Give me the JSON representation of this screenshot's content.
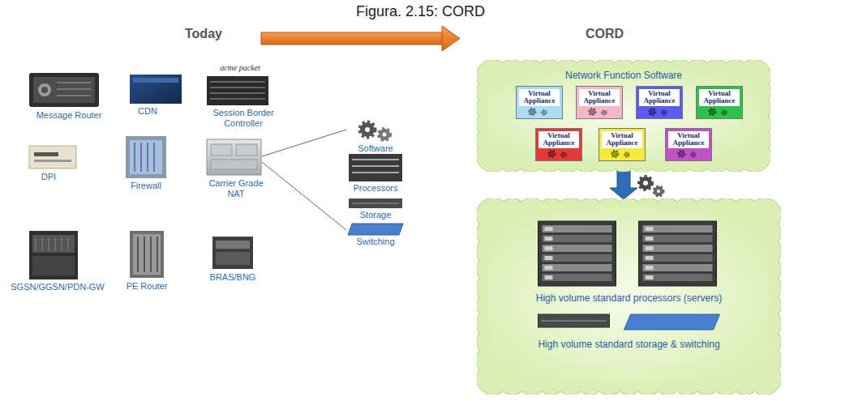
{
  "diagram": {
    "title": "Figura. 2.15: CORD",
    "nodes": [
      {
        "text": [
          "Network Function Software"
        ]
      },
      {
        "text": [
          "Virtual Appliance"
        ],
        "in": 0
      },
      {
        "text": [
          "Virtual Appliance"
        ],
        "in": 0
      },
      {
        "text": [
          "Virtual Appliance"
        ],
        "in": 0
      },
      {
        "text": [
          "Virtual Appliance"
        ],
        "in": 0
      },
      {
        "text": [
          "Virtual Appliance"
        ],
        "in": 0
      },
      {
        "text": [
          "Virtual Appliance"
        ],
        "in": 0
      },
      {
        "text": [
          "Virtual Appliance"
        ],
        "in": 0
      },
      {
        "text": [
          "High volume standard processors (servers)",
          "High volume standard storage & switching"
        ]
      }
    ],
    "edges": [
      {
        "from": 0,
        "to": 8,
        "arrow": "to"
      }
    ],
    "labels": [
      "Today",
      "CORD",
      "acme packet",
      "Message Router",
      "CDN",
      "Session Border Controller",
      "DPI",
      "Firewall",
      "Carrier Grade NAT",
      "SGSN/GGSN/PDN-GW",
      "PE Router",
      "BRAS/BNG",
      "Software",
      "Processors",
      "Storage",
      "Switching"
    ]
  }
}
